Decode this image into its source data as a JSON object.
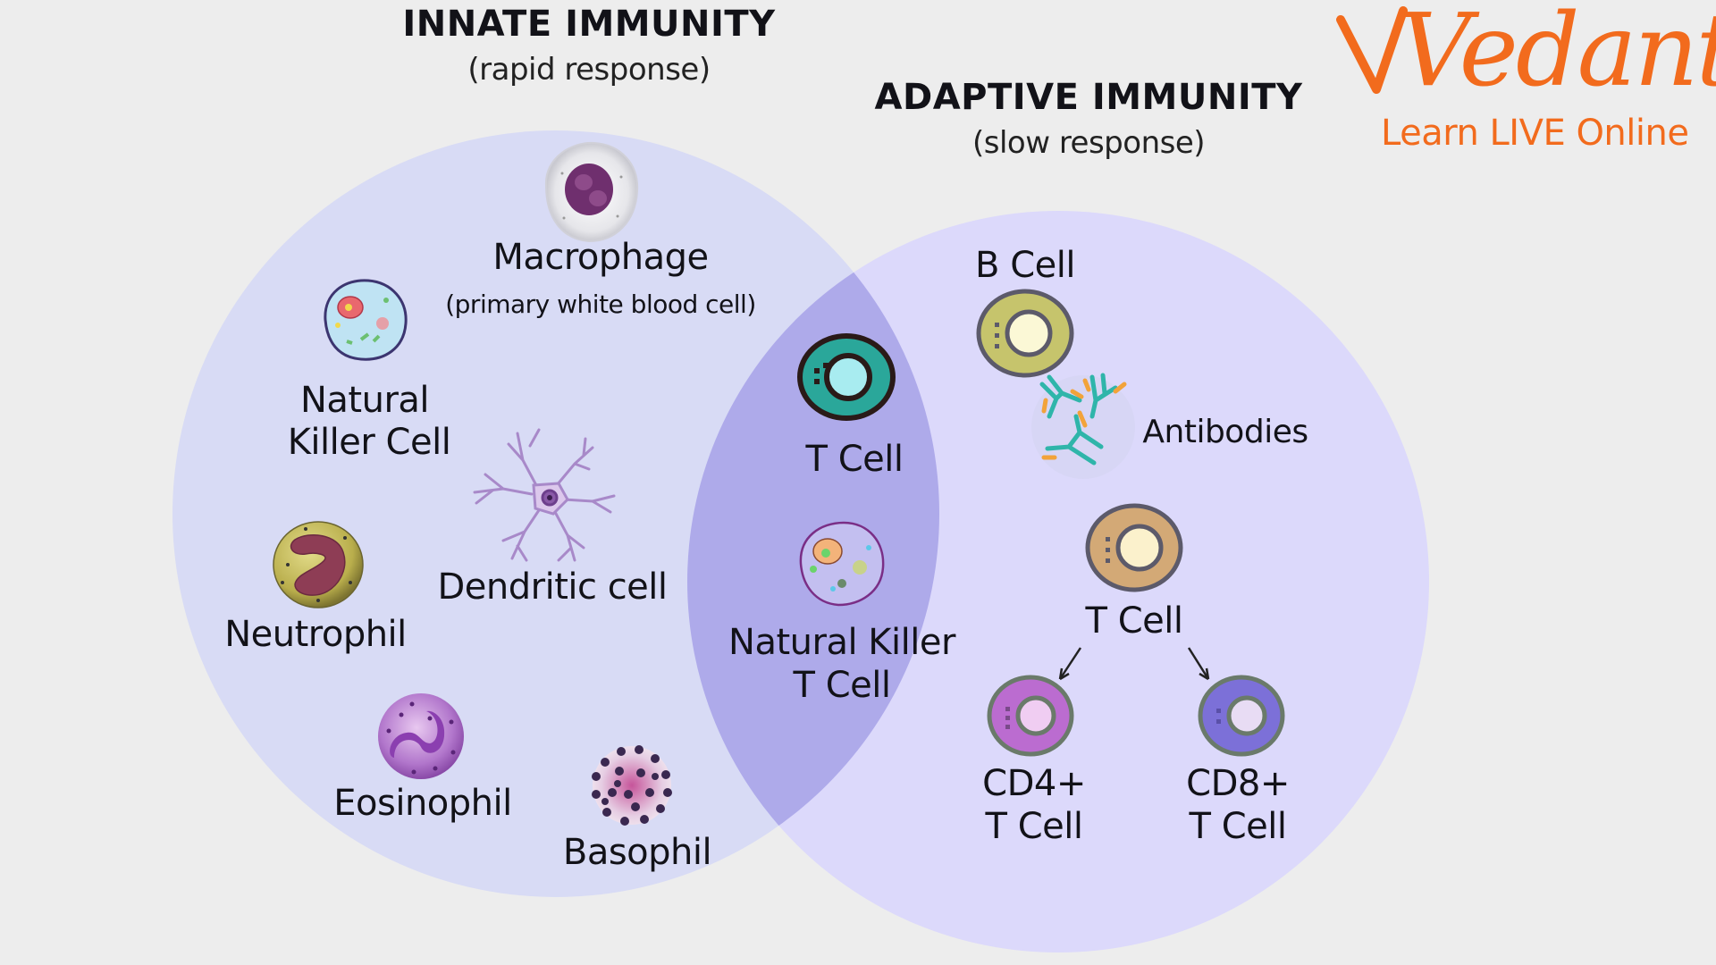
{
  "titles": {
    "innate": "INNATE IMMUNITY",
    "innate_sub": "(rapid response)",
    "adaptive": "ADAPTIVE IMMUNITY",
    "adaptive_sub": "(slow response)"
  },
  "logo": {
    "brand": "Vedantu",
    "tagline": "Learn LIVE Online"
  },
  "colors": {
    "background": "#ededed",
    "innate_circle": "#d8dbf5",
    "adaptive_circle": "#dcd9fb",
    "overlap": "#aeaaea",
    "brand": "#f26b1d"
  },
  "innate_cells": {
    "macrophage": {
      "label": "Macrophage",
      "note": "(primary white blood cell)"
    },
    "natural_killer": {
      "line1": "Natural",
      "line2": "Killer Cell"
    },
    "dendritic": {
      "label": "Dendritic cell"
    },
    "neutrophil": {
      "label": "Neutrophil"
    },
    "eosinophil": {
      "label": "Eosinophil"
    },
    "basophil": {
      "label": "Basophil"
    }
  },
  "shared_cells": {
    "t_cell": {
      "label": "T Cell"
    },
    "nkt_cell": {
      "line1": "Natural Killer",
      "line2": "T Cell"
    }
  },
  "adaptive_cells": {
    "b_cell": {
      "label": "B Cell"
    },
    "antibodies": {
      "label": "Antibodies"
    },
    "t_cell": {
      "label": "T Cell"
    },
    "cd4": {
      "line1": "CD4+",
      "line2": "T Cell"
    },
    "cd8": {
      "line1": "CD8+",
      "line2": "T Cell"
    }
  }
}
